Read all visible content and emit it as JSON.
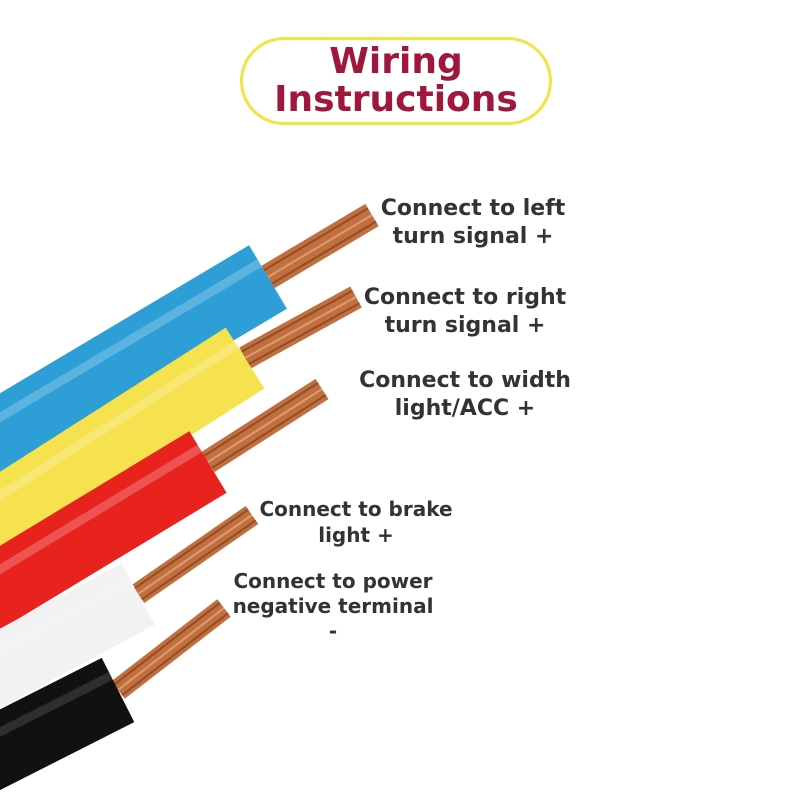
{
  "title": {
    "line1": "Wiring",
    "line2": "Instructions"
  },
  "colors": {
    "title_text": "#a0173c",
    "title_border": "#f0e443",
    "label_text": "#333333",
    "copper": "#c0703f"
  },
  "wires": [
    {
      "color_name": "blue",
      "insulation_color": "#2d9ed6",
      "label_lines": [
        "Connect to left",
        "turn signal +"
      ]
    },
    {
      "color_name": "yellow",
      "insulation_color": "#f5e24e",
      "label_lines": [
        "Connect to right",
        "turn signal +"
      ]
    },
    {
      "color_name": "red",
      "insulation_color": "#e8231e",
      "label_lines": [
        "Connect to width",
        "light/ACC +"
      ]
    },
    {
      "color_name": "white",
      "insulation_color": "#f2f2f2",
      "label_lines": [
        "Connect to brake",
        "light +"
      ]
    },
    {
      "color_name": "black",
      "insulation_color": "#111111",
      "label_lines": [
        "Connect to power",
        "negative terminal",
        "-"
      ]
    }
  ]
}
